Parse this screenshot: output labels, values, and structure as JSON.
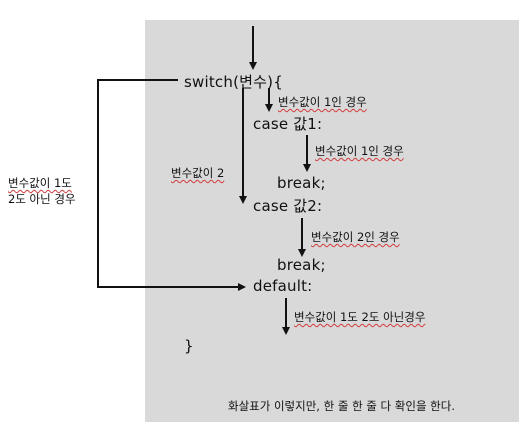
{
  "code": {
    "switch_line": "switch(변수){",
    "case1": "case 값1:",
    "break1": "break;",
    "case2": "case 값2:",
    "break2": "break;",
    "default": "default:",
    "close_brace": "}"
  },
  "notes": {
    "to_case1": "변수값이 1인 경우",
    "to_break1": "변수값이 1인 경우",
    "to_case2": "변수값이 2",
    "to_break2": "변수값이 2인 경우",
    "to_default_line1": "변수값이 1도",
    "to_default_line2": "2도 아닌 경우",
    "to_close": "변수값이 1도 2도 아닌경우",
    "caption": "화살표가 이렇지만, 한 줄 한 줄 다 확인을 한다."
  },
  "colors": {
    "panel": "#d9d9d9",
    "arrow": "#111111",
    "spell_underline": "#d23b3b"
  }
}
